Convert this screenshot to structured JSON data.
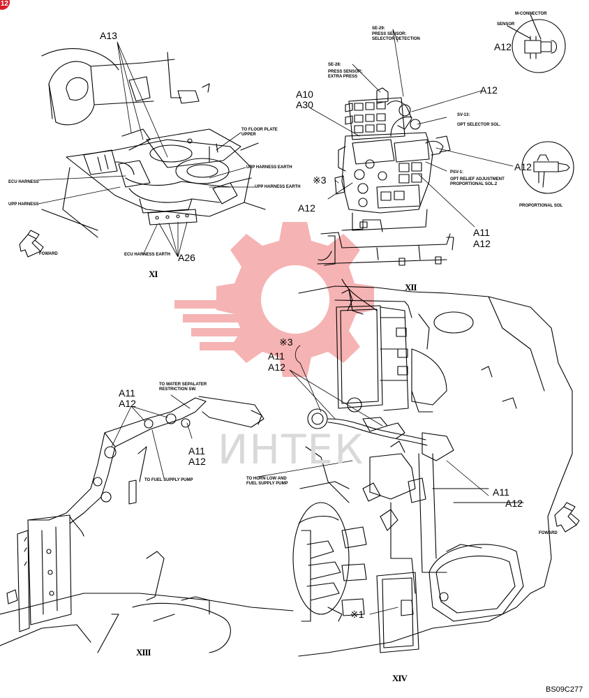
{
  "page_badge": "12",
  "watermark": "ИНТЕК",
  "reference_code": "BS09C277",
  "views": {
    "xi": {
      "view_label": "XI",
      "callouts": [
        "A13",
        "A26"
      ],
      "labels": {
        "ecu_harness": "ECU HARNESS",
        "upp_harness": "UPP HARNESS",
        "to_floor_plate": "TO FLOOR PLATE\nUPPER",
        "upp_harness_earth_1": "UPP HARNESS EARTH",
        "upp_harness_earth_2": "UPP HARNESS EARTH",
        "ecu_harness_earth": "ECU HARNESS EARTH",
        "foward": "FOWARD"
      }
    },
    "xii": {
      "view_label": "XII",
      "callouts": {
        "a10": "A10",
        "a30": "A30",
        "a12_top": "A12",
        "a12_right": "A12",
        "a12_sensor": "A12",
        "a12_left": "A12",
        "a11": "A11",
        "a12_bottom": "A12",
        "mark3": "※3"
      },
      "labels": {
        "se29": "SE-29:",
        "se29_desc": "PRESS SENSOR:\nSELECTOR DETECTION",
        "se28": "SE-28:",
        "se28_desc": "PRESS SENSOR:\nEXTRA PRESS",
        "sv13": "SV-13:",
        "sv13_desc": "OPT SELECTOR SOL.",
        "psv1": "PSV-1:",
        "psv1_desc": "OPT RELIEF ADJUSTMENT\nPROPORTIONAL SOL.2",
        "sensor": "SENSOR",
        "m_connector": "M-CONNECTOR",
        "proportional_sol": "PROPORTIONAL SOL"
      }
    },
    "xiii": {
      "view_label": "XIII",
      "callouts": {
        "a11_1": "A11",
        "a12_1": "A12",
        "a11_2": "A11",
        "a12_2": "A12"
      },
      "labels": {
        "to_water": "TO WATER SEPALATER\nRESTRICTION SW.",
        "to_fuel": "TO FUEL SUPPLY PUMP"
      }
    },
    "xiv": {
      "view_label": "XIV",
      "callouts": {
        "mark3": "※3",
        "a11_1": "A11",
        "a12_1": "A12",
        "a11_2": "A11",
        "a12_2": "A12",
        "mark1": "※1"
      },
      "labels": {
        "to_horn": "TO HORN LOW AND\nFUEL SUPPLY PUMP",
        "foward": "FOWARD"
      }
    }
  },
  "colors": {
    "ink": "#000000",
    "watermark": "#f4a6a6",
    "watermark_text": "#d9d9d9",
    "badge": "#d9202a"
  }
}
